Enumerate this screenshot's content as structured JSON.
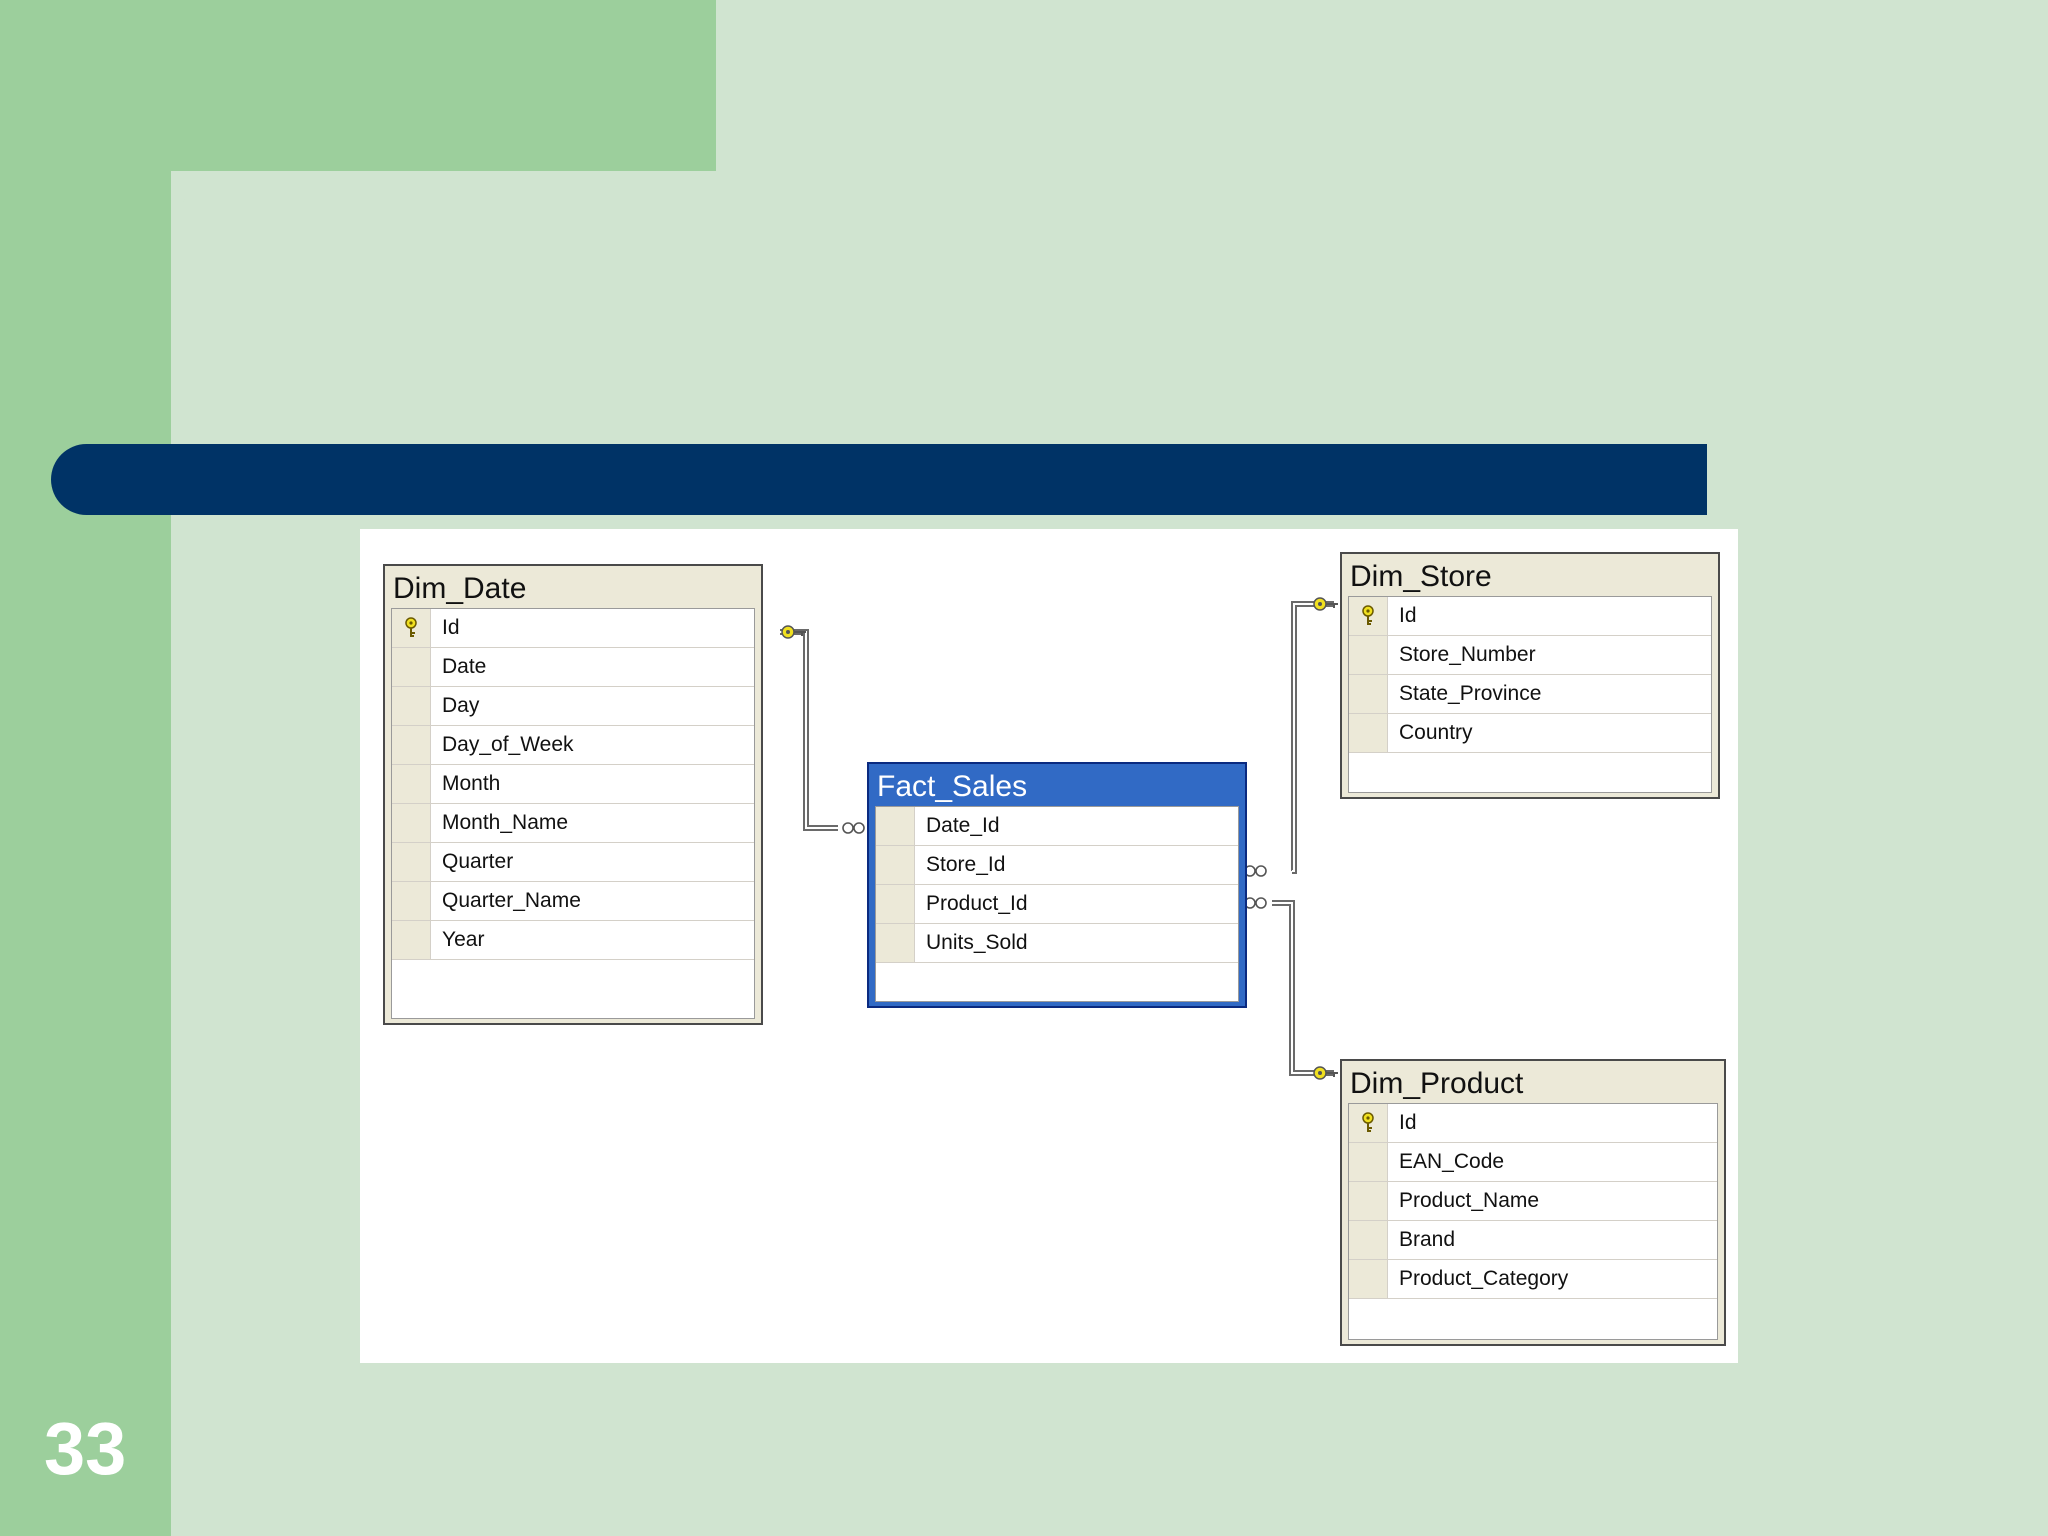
{
  "slide": {
    "number": "33"
  },
  "tables": {
    "dim_date": {
      "title": "Dim_Date",
      "columns": [
        "Id",
        "Date",
        "Day",
        "Day_of_Week",
        "Month",
        "Month_Name",
        "Quarter",
        "Quarter_Name",
        "Year"
      ],
      "primary_key": "Id"
    },
    "fact_sales": {
      "title": "Fact_Sales",
      "columns": [
        "Date_Id",
        "Store_Id",
        "Product_Id",
        "Units_Sold"
      ]
    },
    "dim_store": {
      "title": "Dim_Store",
      "columns": [
        "Id",
        "Store_Number",
        "State_Province",
        "Country"
      ],
      "primary_key": "Id"
    },
    "dim_product": {
      "title": "Dim_Product",
      "columns": [
        "Id",
        "EAN_Code",
        "Product_Name",
        "Brand",
        "Product_Category"
      ],
      "primary_key": "Id"
    }
  },
  "relationships": [
    {
      "from": "Fact_Sales.Date_Id",
      "to": "Dim_Date.Id",
      "cardinality": "many-to-one"
    },
    {
      "from": "Fact_Sales.Store_Id",
      "to": "Dim_Store.Id",
      "cardinality": "many-to-one"
    },
    {
      "from": "Fact_Sales.Product_Id",
      "to": "Dim_Product.Id",
      "cardinality": "many-to-one"
    }
  ],
  "colors": {
    "green_dark": "#9ccf9c",
    "green_light": "#d0e4d0",
    "title_bar": "#003366",
    "fact_header": "#316ac5",
    "key_icon": "#f0e020"
  }
}
